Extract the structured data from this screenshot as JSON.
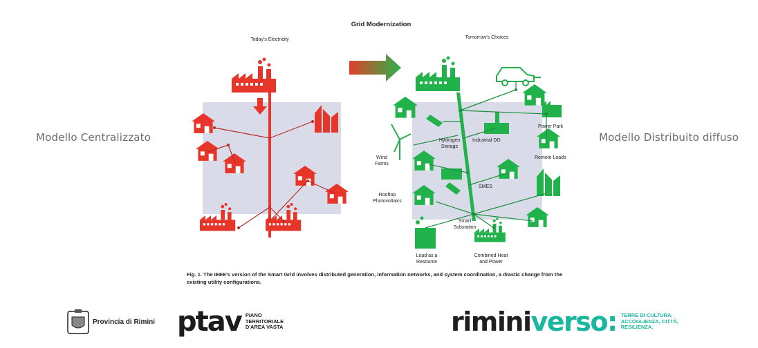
{
  "labels": {
    "left": "Modello Centralizzato",
    "right": "Modello Distribuito diffuso"
  },
  "figure": {
    "title": "Grid Modernization",
    "left_heading": "Today's Electricity",
    "right_heading": "Tomorrow's Choices",
    "nodes": {
      "hydrogen": "Hydrogen Storage",
      "industrial": "Industrial DG",
      "power_park": "Power Park",
      "wind": "Wind Farms",
      "remote": "Remote Loads",
      "rooftop": "Rooftop Photovoltaics",
      "smes": "SMES",
      "smart_sub": "Smart Substation",
      "load_resource": "Load as a Resource",
      "chp": "Combined Heat and Power"
    },
    "caption": "Fig. 1. The IEEE's version of the Smart Grid involves distributed generation, information networks, and system coordination, a drastic change from the existing utility configurations."
  },
  "colors": {
    "red": "#e8352a",
    "green": "#22b24c",
    "panel": "#d9dce8",
    "teal": "#19b7a0"
  },
  "footer": {
    "provincia": "Provincia di Rimini",
    "ptav": "ptav",
    "ptav_sub": "PIANO TERRITORIALE D'AREA VASTA",
    "rimini_a": "rimini",
    "rimini_b": "verso:",
    "rimini_tag": "TERRE DI CULTURA, ACCOGLIENZA, CITTÀ, RESILIENZA."
  }
}
